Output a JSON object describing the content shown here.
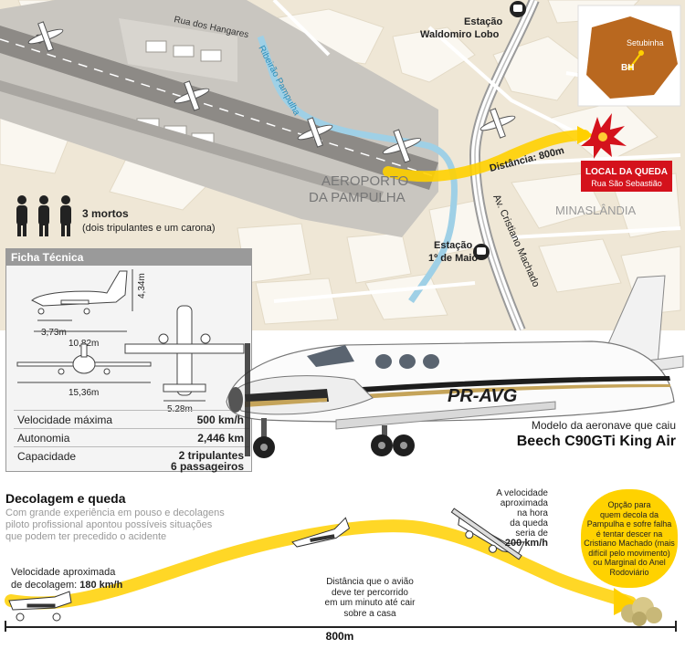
{
  "map": {
    "street_hangares": "Rua dos Hangares",
    "stream_pampulha": "Ribeirão Pampulha",
    "airport_line1": "AEROPORTO",
    "airport_line2": "DA PAMPULHA",
    "station_waldomiro_line1": "Estação",
    "station_waldomiro_line2": "Waldomiro Lobo",
    "station_maio_line1": "Estação",
    "station_maio_line2": "1º de Maio",
    "avenue": "Av. Cristiano Machado",
    "neighborhood": "MINASLÂNDIA",
    "distance_label": "Distância: 800m",
    "crash_label_line1": "LOCAL DA QUEDA",
    "crash_label_line2": "Rua São Sebastião",
    "inset_city1": "Setubinha",
    "inset_city2": "BH"
  },
  "victims": {
    "count_label": "3 mortos",
    "detail": "(dois tripulantes e um carona)"
  },
  "spec": {
    "header": "Ficha Técnica",
    "dim_height": "4,34m",
    "dim_wheelbase": "3,73m",
    "dim_length": "10,82m",
    "dim_wingspan": "15,36m",
    "dim_tail": "5,28m",
    "rows": [
      {
        "label": "Velocidade máxima",
        "value": "500 km/h"
      },
      {
        "label": "Autonomia",
        "value": "2,446 km"
      },
      {
        "label": "Capacidade",
        "value": "2 tripulantes",
        "value2": "6 passageiros"
      }
    ]
  },
  "aircraft": {
    "registration": "PR-AVG",
    "caption_line1": "Modelo da aeronave que caiu",
    "caption_line2": "Beech C90GTi King Air"
  },
  "takeoff": {
    "title": "Decolagem e queda",
    "intro_line1": "Com grande experiência em pouso e decolagens",
    "intro_line2": "piloto profissional apontou possíveis situações",
    "intro_line3": "que podem ter precedido o acidente",
    "speed_takeoff_line1": "Velocidade aproximada",
    "speed_takeoff_line2a": "de decolagem: ",
    "speed_takeoff_value": "180 km/h",
    "fall_speed_line1": "A velocidade",
    "fall_speed_line2": "aproximada",
    "fall_speed_line3": "na hora",
    "fall_speed_line4": "da queda",
    "fall_speed_line5": "seria de",
    "fall_speed_value": "200 km/h",
    "option_line1": "Opção para",
    "option_line2": "quem decola da",
    "option_line3": "Pampulha e sofre falha",
    "option_line4": "é tentar descer na",
    "option_line5": "Cristiano Machado (mais",
    "option_line6": "difícil pelo movimento)",
    "option_line7": "ou Marginal do Anel",
    "option_line8": "Rodoviário",
    "distance_note_line1": "Distância que o avião",
    "distance_note_line2": "deve ter percorrido",
    "distance_note_line3": "em um minuto até cair",
    "distance_note_line4": "sobre a casa",
    "total_distance": "800m"
  },
  "colors": {
    "map_bg": "#efe7d6",
    "block": "#faf7f0",
    "airport": "#c9c6c0",
    "runway": "#8d8a86",
    "water": "#9fd0e6",
    "trajectory": "#ffd000",
    "crash_red": "#d4121c",
    "option_bubble": "#ffd200",
    "inset_map": "#b9681f"
  }
}
